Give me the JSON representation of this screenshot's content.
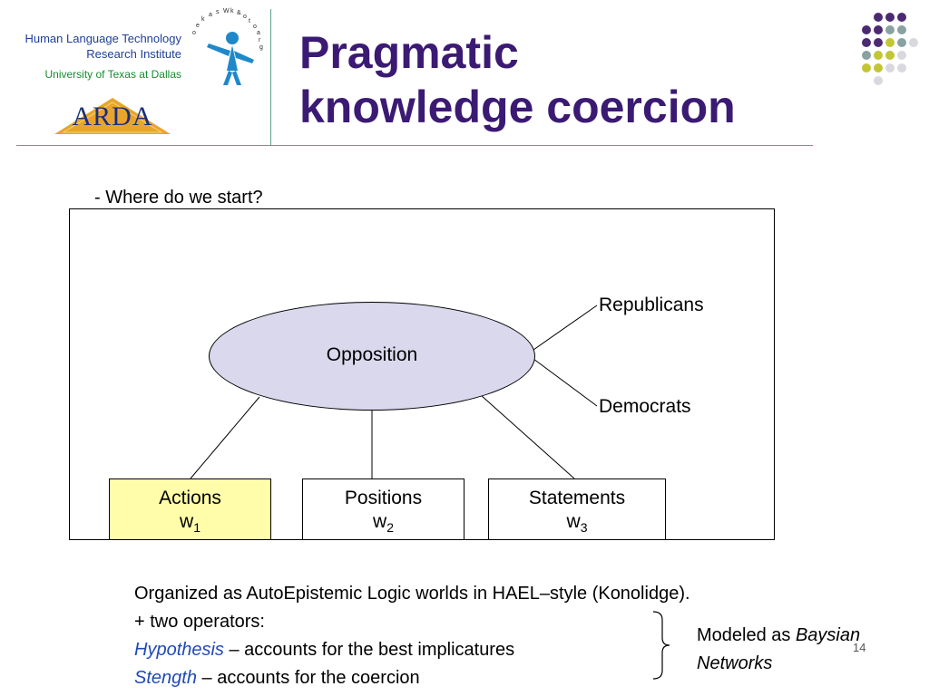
{
  "header": {
    "institute_line1": "Human Language Technology",
    "institute_line2": "Research Institute",
    "university": "University of Texas at Dallas",
    "arda_logo_text": "ARDA",
    "title_line1": "Pragmatic",
    "title_line2": "knowledge coercion",
    "colors": {
      "title": "#3b1a73",
      "rule": "#5fa08a",
      "institute": "#1f3f99",
      "university": "#1a8a30"
    }
  },
  "diagram": {
    "intro": "- Where do we start?",
    "center_node": "Opposition",
    "side_nodes": [
      "Republicans",
      "Democrats"
    ],
    "boxes": [
      {
        "label": "Actions",
        "weight_base": "w",
        "weight_sub": "1",
        "fill": "#fffdaa"
      },
      {
        "label": "Positions",
        "weight_base": "w",
        "weight_sub": "2",
        "fill": "#ffffff"
      },
      {
        "label": "Statements",
        "weight_base": "w",
        "weight_sub": "3",
        "fill": "#ffffff"
      }
    ],
    "ellipse_fill": "#d9d8ec"
  },
  "text": {
    "line1": "Organized as AutoEpistemic Logic worlds in HAEL–style (Konolidge).",
    "line2": "+ two operators:",
    "line3_term": "Hypothesis",
    "line3_rest": " – accounts for the best implicatures",
    "line4_term": "Stength",
    "line4_rest": " – accounts for the coercion",
    "modeled_prefix": "Modeled as ",
    "modeled_italic1": "Baysian",
    "modeled_italic2": "Networks"
  },
  "page_number": "14"
}
